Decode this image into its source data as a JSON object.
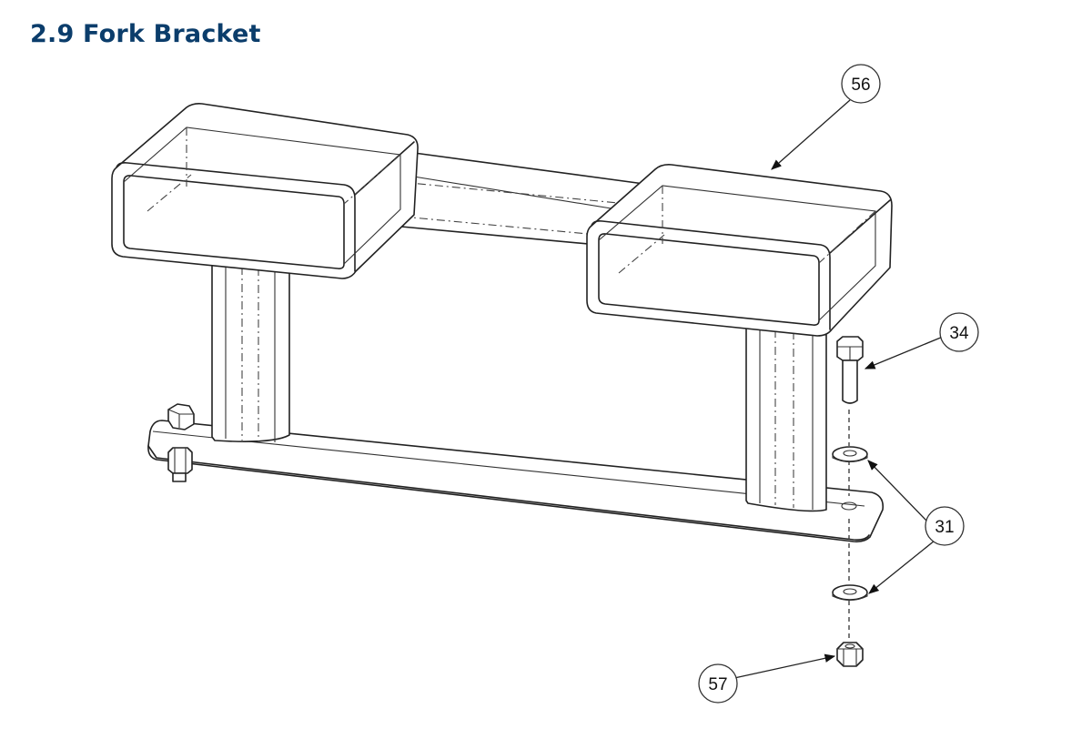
{
  "heading": {
    "text": "2.9 Fork Bracket"
  },
  "colors": {
    "heading": "#0b3d6b"
  },
  "callouts": [
    {
      "id": "bracket",
      "label": "56"
    },
    {
      "id": "bolt",
      "label": "34"
    },
    {
      "id": "washer",
      "label": "31"
    },
    {
      "id": "nut",
      "label": "57"
    }
  ]
}
